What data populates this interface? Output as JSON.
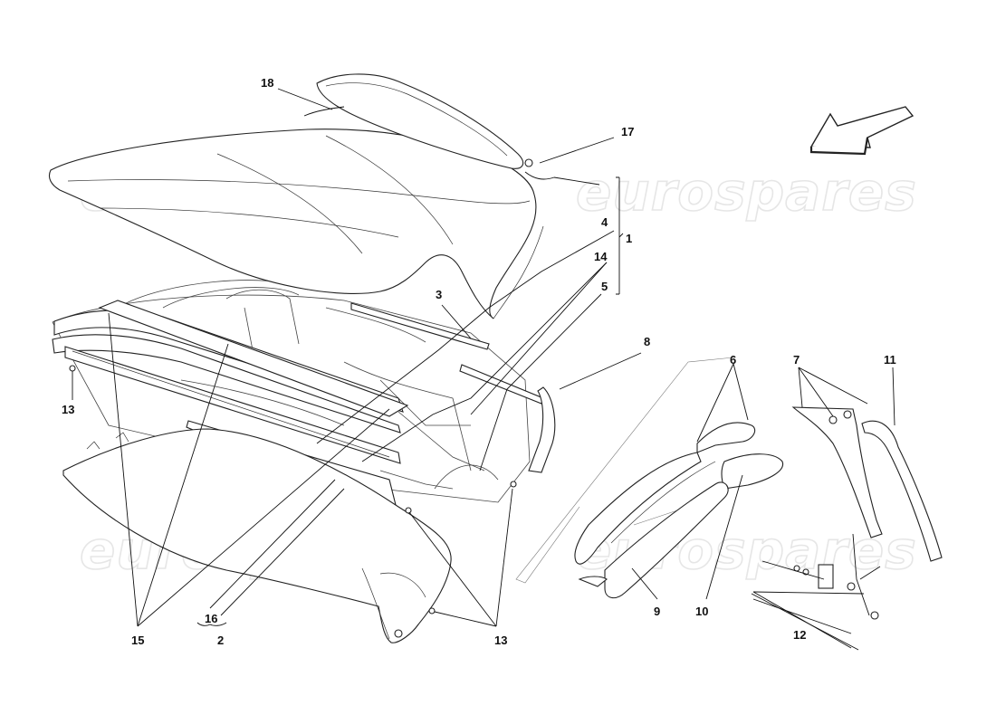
{
  "watermark": "eurospares",
  "callouts": {
    "n1": "1",
    "n2": "2",
    "n3": "3",
    "n4": "4",
    "n5": "5",
    "n6": "6",
    "n7": "7",
    "n8": "8",
    "n9": "9",
    "n10": "10",
    "n11": "11",
    "n12": "12",
    "n13a": "13",
    "n13b": "13",
    "n14": "14",
    "n15": "15",
    "n16": "16",
    "n17": "17",
    "n18": "18"
  },
  "colors": {
    "line": "#222222",
    "watermark_stroke": "#e6e6e6",
    "background": "#ffffff"
  }
}
